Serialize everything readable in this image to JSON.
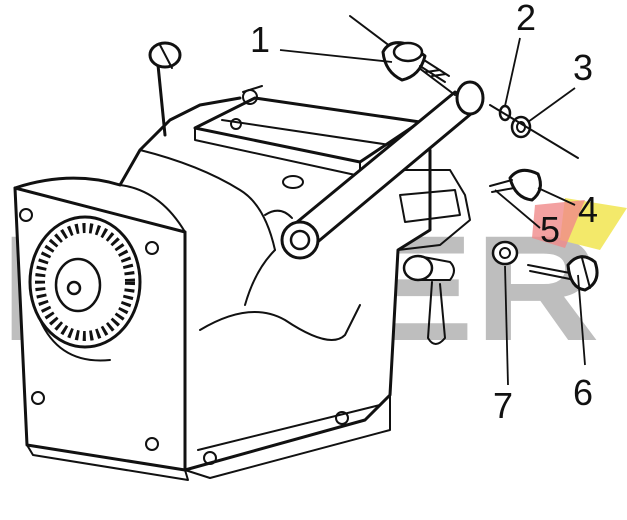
{
  "watermark": {
    "text": "HUTER",
    "color": "#8a8a8a"
  },
  "callouts": [
    {
      "id": "1",
      "label": "1"
    },
    {
      "id": "2",
      "label": "2"
    },
    {
      "id": "3",
      "label": "3"
    },
    {
      "id": "4",
      "label": "4"
    },
    {
      "id": "5",
      "label": "5"
    },
    {
      "id": "6",
      "label": "6"
    },
    {
      "id": "7",
      "label": "7"
    }
  ],
  "logo_colors": {
    "yellow": "#f3e96a",
    "pink": "#f08a8a"
  }
}
